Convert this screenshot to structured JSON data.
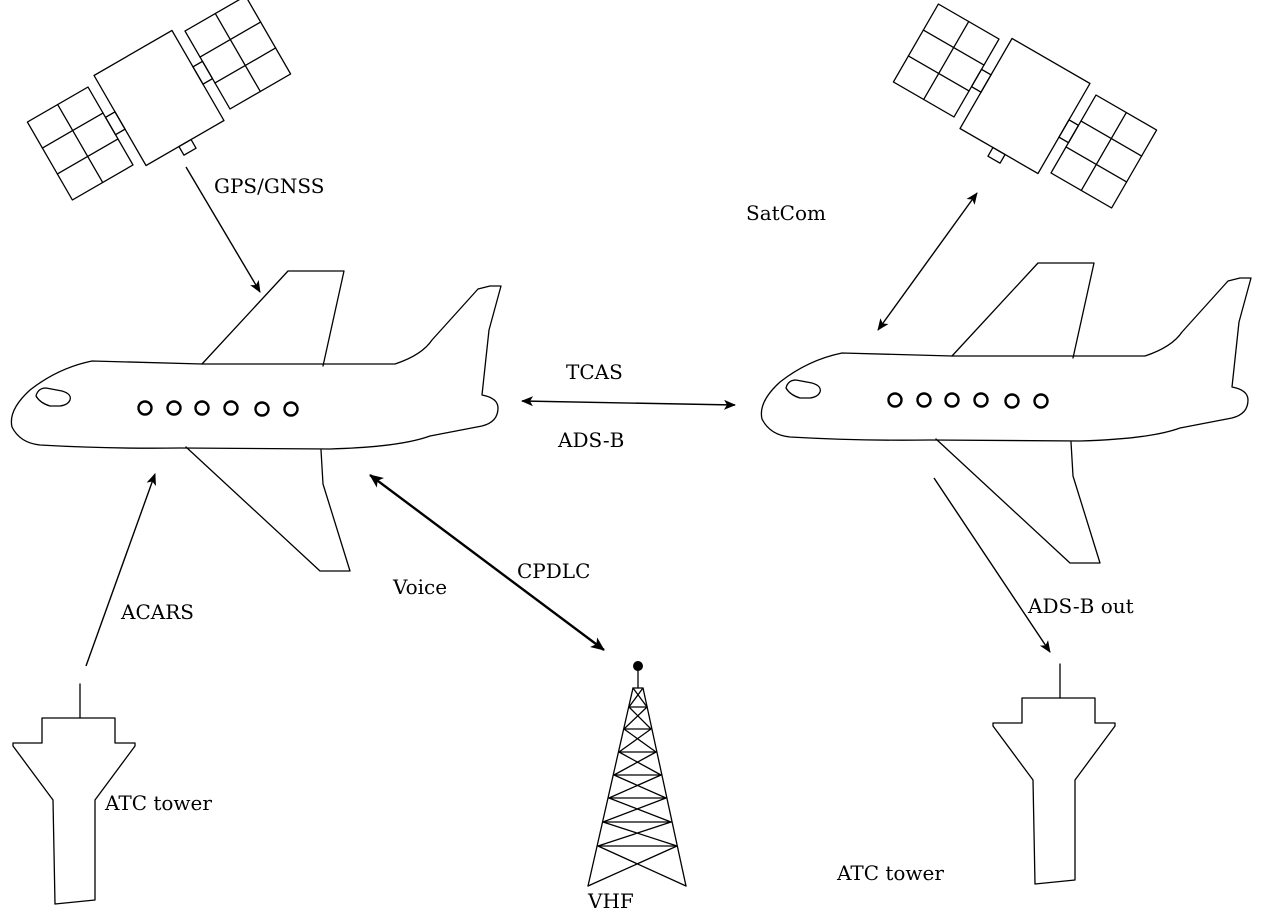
{
  "labels": {
    "gps": "GPS/GNSS",
    "satcom": "SatCom",
    "tcas": "TCAS",
    "adsb": "ADS-B",
    "cpdlc": "CPDLC",
    "voice": "Voice",
    "acars": "ACARS",
    "adsb_out": "ADS-B out",
    "atc_tower_left": "ATC tower",
    "atc_tower_right": "ATC tower",
    "vhf": "VHF"
  },
  "icons": [
    "satellite-icon",
    "airplane-icon",
    "atc-tower-icon",
    "radio-mast-icon"
  ],
  "colors": {
    "stroke": "#000000",
    "background": "#ffffff"
  }
}
